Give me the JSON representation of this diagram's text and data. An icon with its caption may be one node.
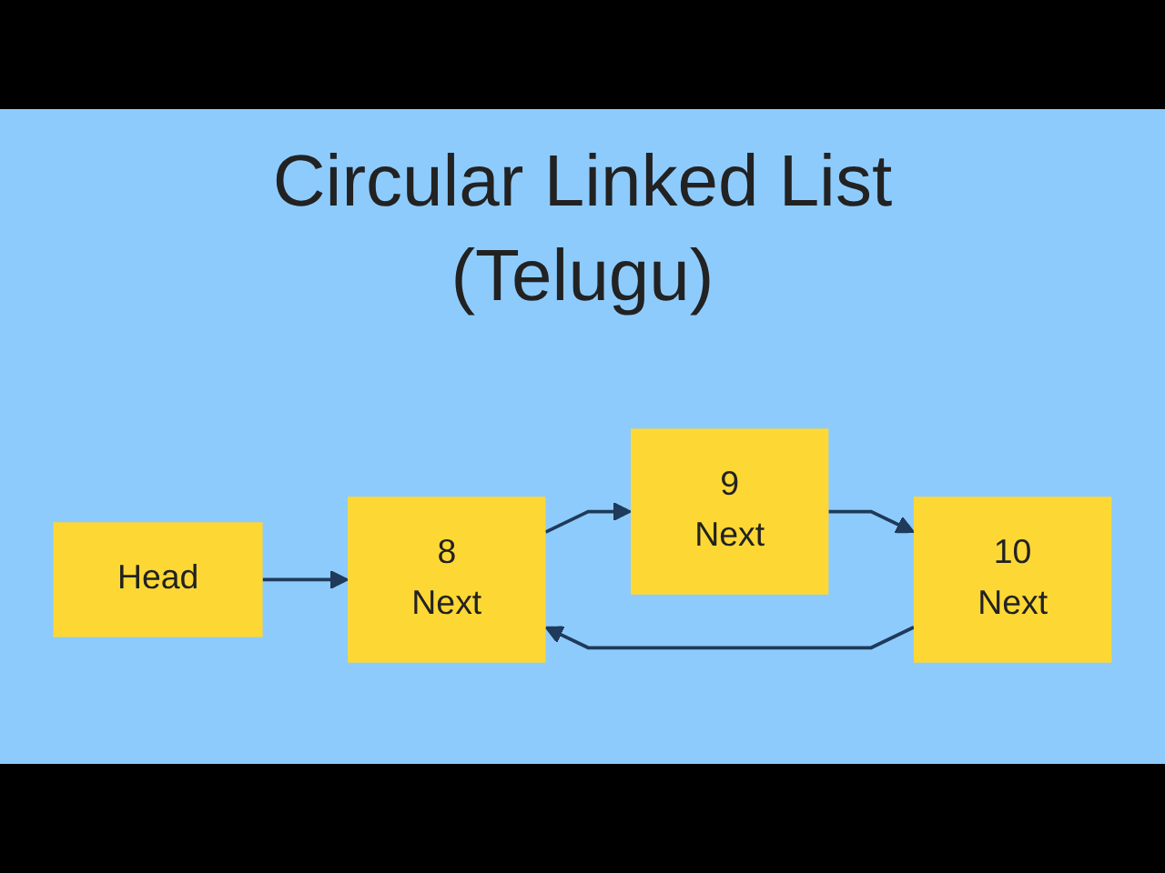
{
  "diagram": {
    "title": "Circular Linked List (Telugu)",
    "nodes": [
      {
        "text": [
          "Head"
        ]
      },
      {
        "text": [
          "8",
          "Next"
        ]
      },
      {
        "text": [
          "9",
          "Next"
        ]
      },
      {
        "text": [
          "10",
          "Next"
        ]
      }
    ],
    "edges": [
      {
        "from": 0,
        "to": 1,
        "arrow": "to"
      },
      {
        "from": 1,
        "to": 2,
        "arrow": "to"
      },
      {
        "from": 2,
        "to": 3,
        "arrow": "to"
      },
      {
        "from": 3,
        "to": 1,
        "arrow": "to"
      }
    ]
  }
}
